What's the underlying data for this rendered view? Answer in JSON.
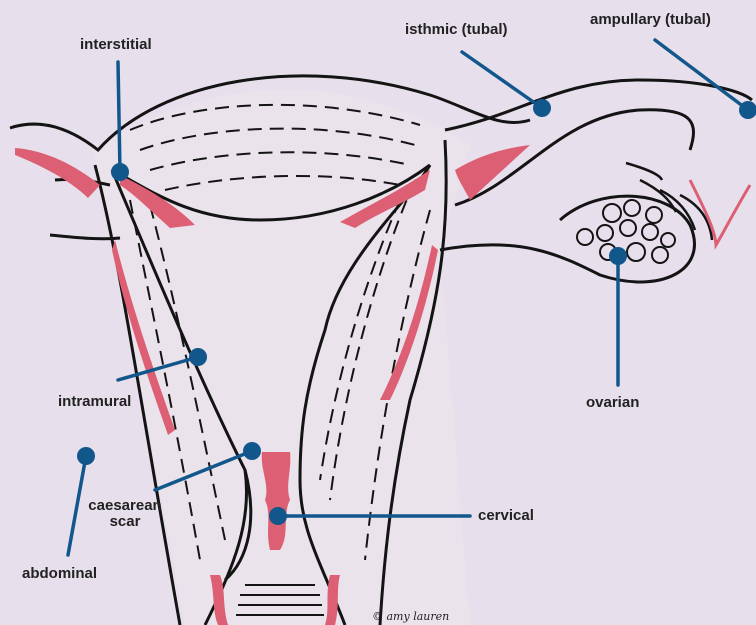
{
  "labels": {
    "interstitial": "interstitial",
    "isthmic": "isthmic (tubal)",
    "ampullary": "ampullary (tubal)",
    "intramural": "intramural",
    "ovarian": "ovarian",
    "caesarean_line1": "caesarean",
    "caesarean_line2": "scar",
    "cervical": "cervical",
    "abdominal": "abdominal"
  },
  "credit": "© amy lauren",
  "colors": {
    "background": "#e7e0ec",
    "tissue": "#eae3ec",
    "pink": "#dc5f74",
    "marker": "#12578c",
    "outline": "#141414"
  }
}
